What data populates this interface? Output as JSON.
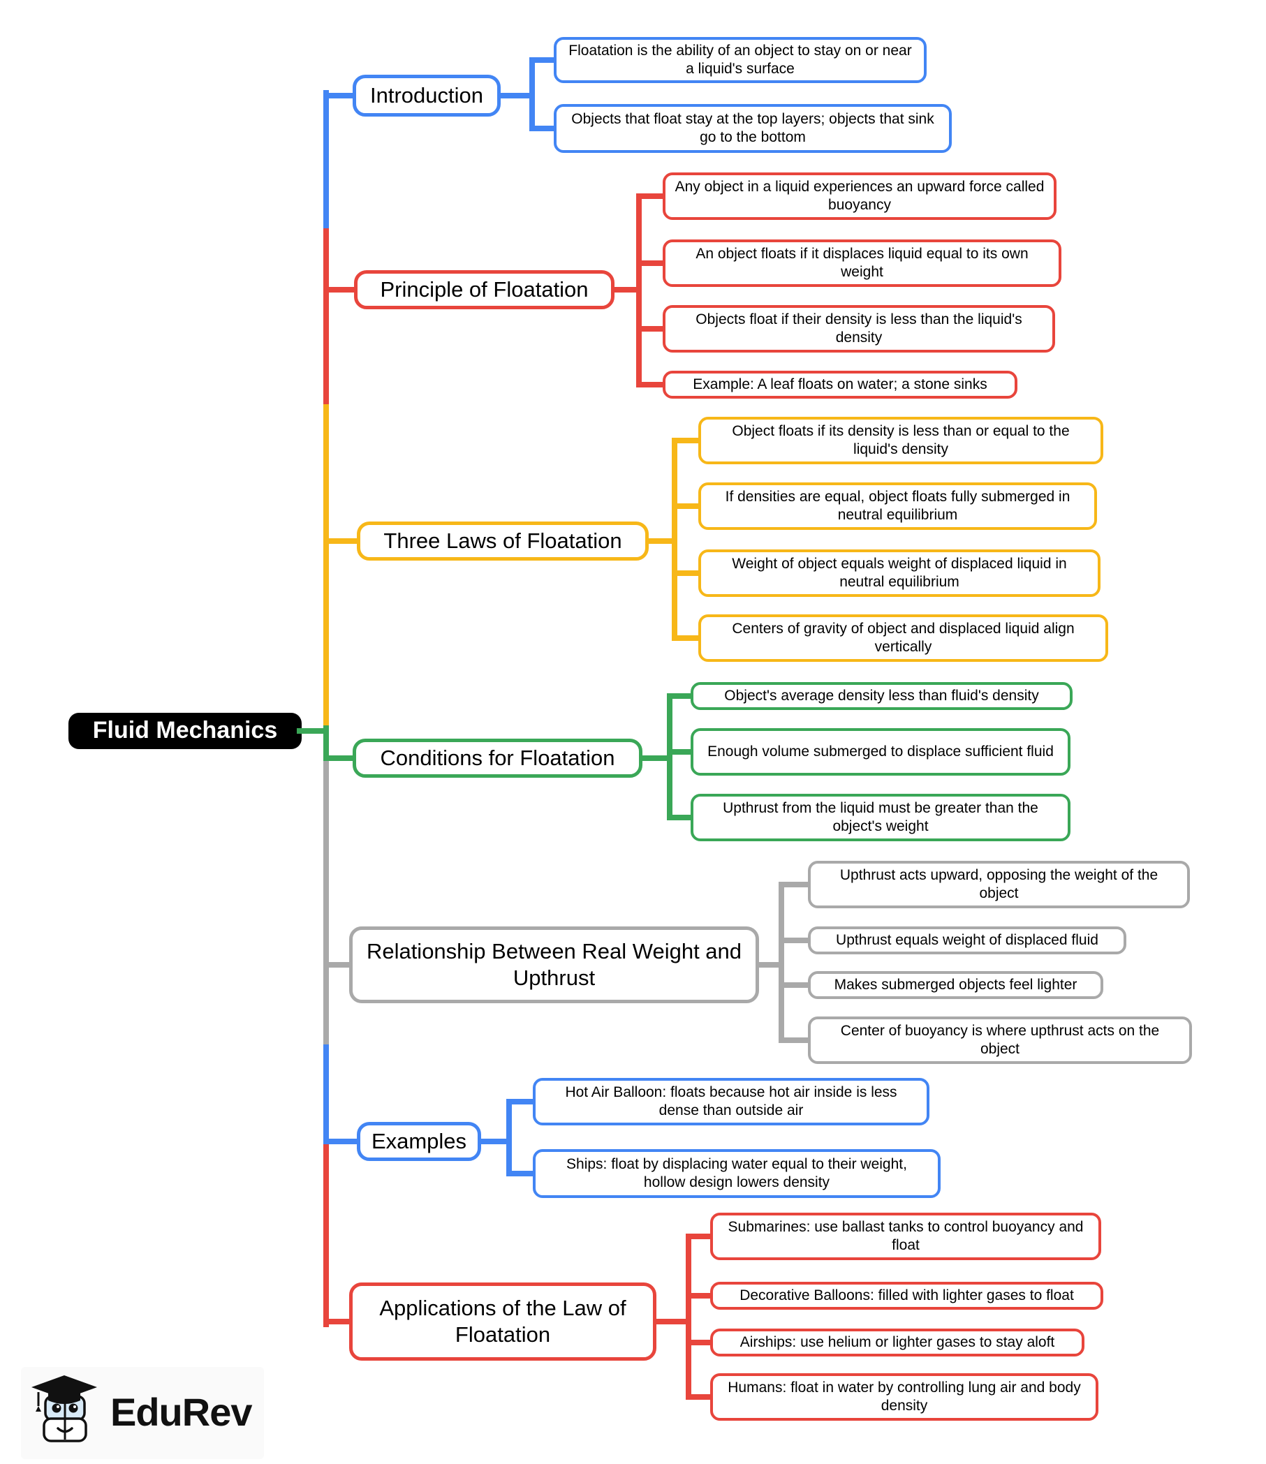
{
  "root": {
    "label": "Fluid Mechanics"
  },
  "colors": {
    "blue": "#4285F4",
    "red": "#E8453C",
    "yellow": "#F7B718",
    "green": "#3AA757",
    "gray": "#A9A9A9",
    "root_bg": "#000000",
    "root_text": "#FFFFFF"
  },
  "branches": [
    {
      "label": "Introduction",
      "color": "blue",
      "children": [
        "Floatation is the ability of an object to stay on or near a liquid's surface",
        "Objects that float stay at the top layers; objects that sink go to the bottom"
      ]
    },
    {
      "label": "Principle of Floatation",
      "color": "red",
      "children": [
        "Any object in a liquid experiences an upward force called buoyancy",
        "An object floats if it displaces liquid equal to its own weight",
        "Objects float if their density is less than the liquid's density",
        "Example: A leaf floats on water; a stone sinks"
      ]
    },
    {
      "label": "Three Laws of Floatation",
      "color": "yellow",
      "children": [
        "Object floats if its density is less than or equal to the liquid's density",
        "If densities are equal, object floats fully submerged in neutral equilibrium",
        "Weight of object equals weight of displaced liquid in neutral equilibrium",
        "Centers of gravity of object and displaced liquid align vertically"
      ]
    },
    {
      "label": "Conditions for Floatation",
      "color": "green",
      "children": [
        "Object's average density less than fluid's density",
        "Enough volume submerged to displace sufficient fluid",
        "Upthrust from the liquid must be greater than the object's weight"
      ]
    },
    {
      "label": "Relationship Between Real Weight and Upthrust",
      "color": "gray",
      "children": [
        "Upthrust acts upward, opposing the weight of the object",
        "Upthrust equals weight of displaced fluid",
        "Makes submerged objects feel lighter",
        "Center of buoyancy is where upthrust acts on the object"
      ]
    },
    {
      "label": "Examples",
      "color": "blue",
      "children": [
        "Hot Air Balloon: floats because hot air inside is less dense than outside air",
        "Ships: float by displacing water equal to their weight, hollow design lowers density"
      ]
    },
    {
      "label": "Applications of the Law of Floatation",
      "color": "red",
      "children": [
        "Submarines: use ballast tanks to control buoyancy and float",
        "Decorative Balloons: filled with lighter gases to float",
        "Airships: use helium or lighter gases to stay aloft",
        "Humans: float in water by controlling lung air and body density"
      ]
    }
  ],
  "logo": {
    "text": "EduRev"
  }
}
